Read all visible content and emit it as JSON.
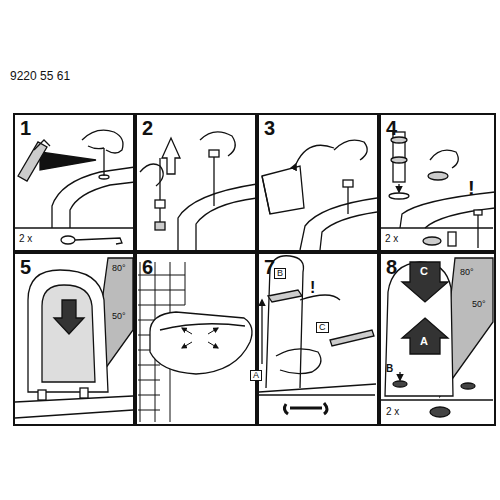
{
  "diagram": {
    "nodes": [
      {
        "text": [
          "1"
        ]
      },
      {
        "text": [
          "2"
        ]
      },
      {
        "text": [
          "3"
        ]
      },
      {
        "text": [
          "4"
        ]
      },
      {
        "text": [
          "5"
        ]
      },
      {
        "text": [
          "6"
        ]
      },
      {
        "text": [
          "7"
        ]
      },
      {
        "text": [
          "8"
        ]
      }
    ],
    "labels": [
      "9220 55 61",
      "2 x",
      "!",
      "2 x",
      "80°",
      "50°",
      "B",
      "!",
      "C",
      "A",
      "C",
      "80°",
      "50°",
      "A",
      "B",
      "2 x"
    ]
  }
}
